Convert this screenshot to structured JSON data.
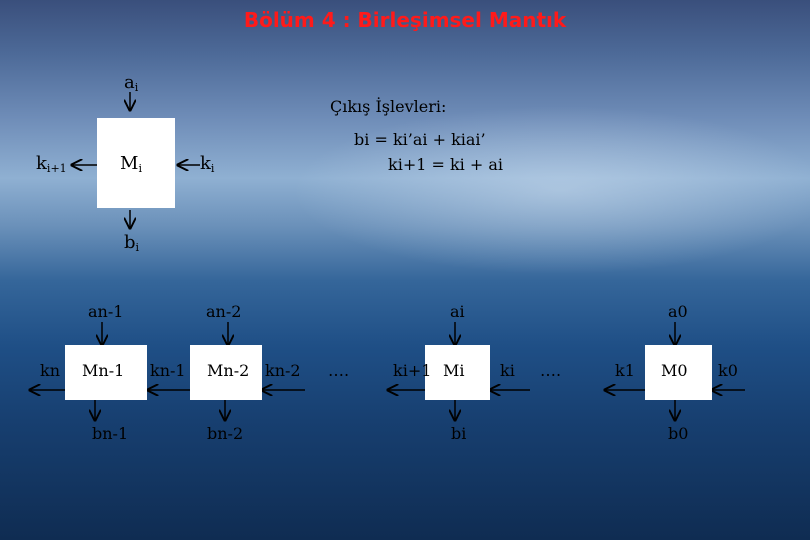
{
  "title": "Bölüm 4 : Birleşimsel Mantık",
  "cell": {
    "input_top": {
      "base": "a",
      "sub": "i"
    },
    "box_label": {
      "base": "M",
      "sub": "i"
    },
    "carry_in": {
      "base": "k",
      "sub": "i"
    },
    "carry_out": {
      "base": "k",
      "sub": "i+1"
    },
    "output": {
      "base": "b",
      "sub": "i"
    }
  },
  "equations": {
    "heading": "Çıkış İşlevleri:",
    "eq1": "bi = ki’ai + kiai’",
    "eq2": "ki+1 = ki + ai"
  },
  "chain": {
    "modules": [
      {
        "input": "an-1",
        "box": "Mn-1",
        "output": "bn-1",
        "left_carry": "kn"
      },
      {
        "input": "an-2",
        "box": "Mn-2",
        "output": "bn-2",
        "left_carry": "kn-1"
      },
      {
        "input": "ai",
        "box": "Mi",
        "output": "bi",
        "left_carry": "ki+1"
      },
      {
        "input": "a0",
        "box": "M0",
        "output": "b0",
        "left_carry": "k1"
      }
    ],
    "between": [
      "kn-2",
      "….",
      "ki",
      "…."
    ],
    "last_carry": "k0"
  }
}
